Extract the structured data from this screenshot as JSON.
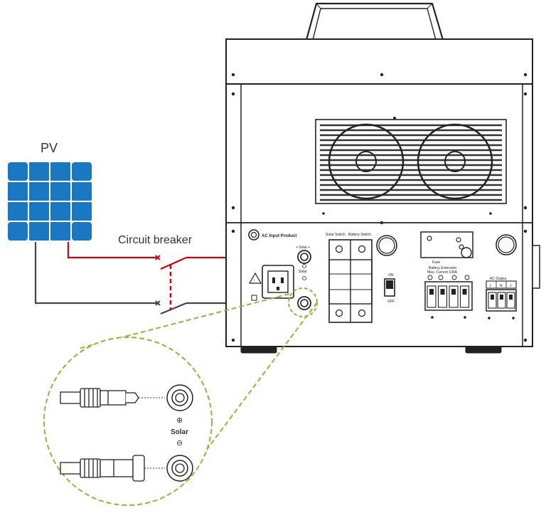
{
  "labels": {
    "pv": "PV",
    "breaker": "Circuit breaker",
    "ac_input": "AC Input Product",
    "solar_switch": "Solar Switch",
    "battery_switch": "Battery Switch",
    "fuse": "Fuse",
    "battery_ext_1": "Battery Extension",
    "battery_ext_2": "Max. Current 100A",
    "ac_output": "AC Output",
    "on": "ON",
    "off": "OFF",
    "solar_panel": "Solar",
    "solar_zoom": "Solar",
    "ac_l": "L",
    "ac_n": "N",
    "ac_pe": "⏚"
  },
  "colors": {
    "positive_wire": "#d9000d",
    "negative_wire": "#444444",
    "pv_cell": "#1a78c2",
    "callout": "#8cb83c",
    "outline": "#222222"
  }
}
